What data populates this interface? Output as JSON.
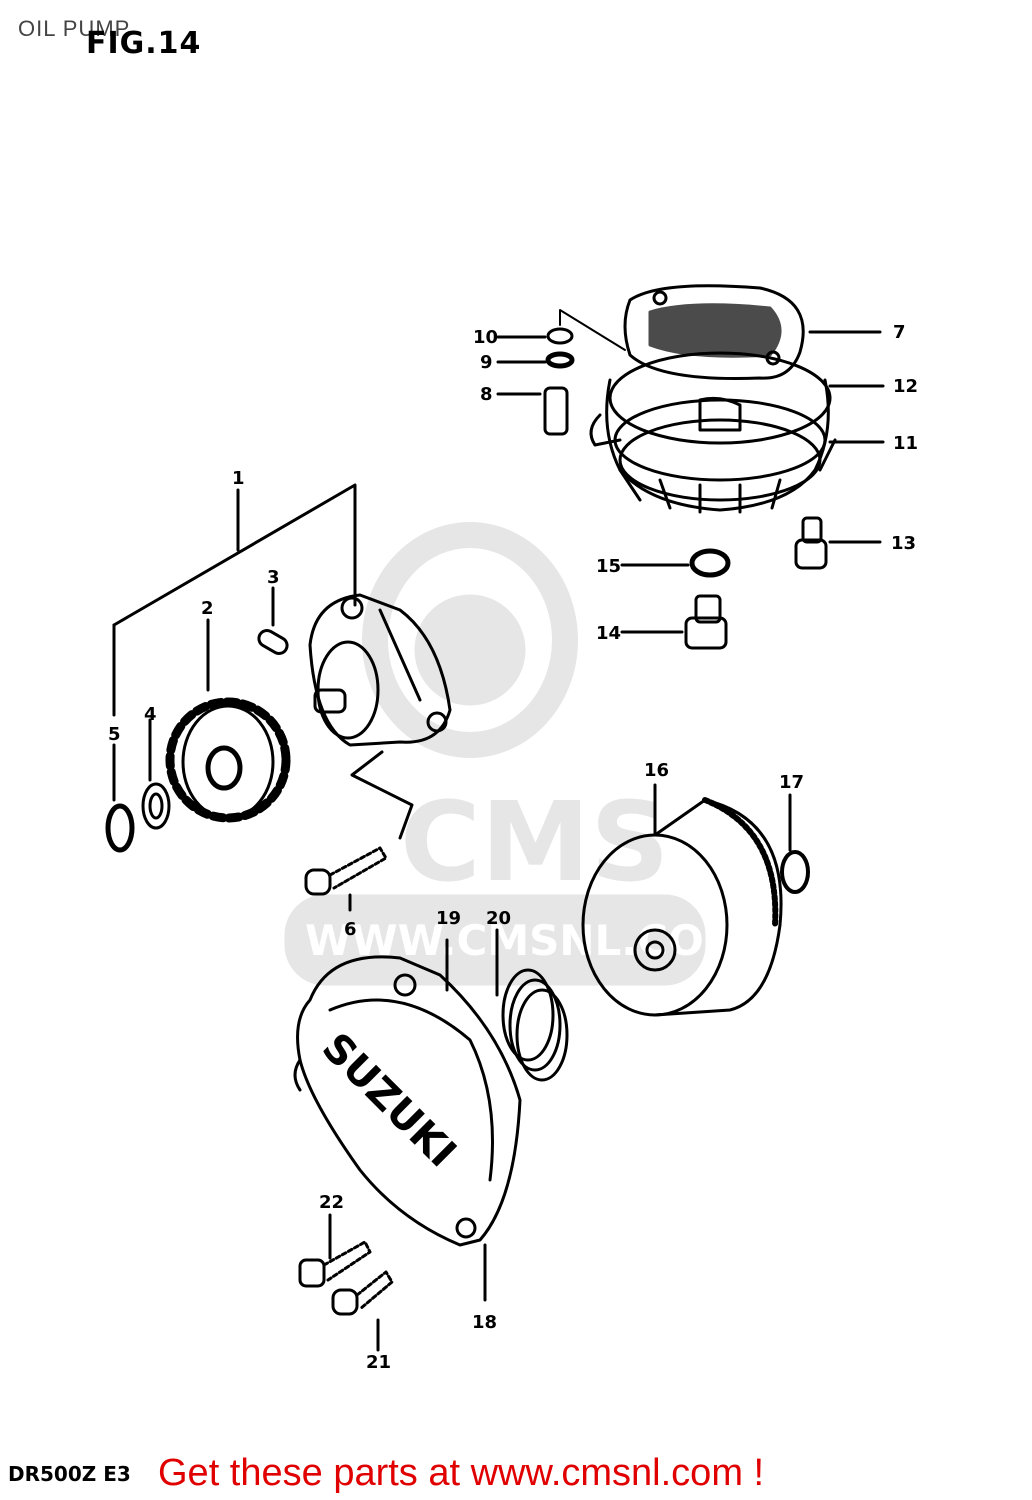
{
  "header": {
    "title": "OIL PUMP",
    "figure": "FIG.14"
  },
  "watermark": {
    "brand": "CMS",
    "url": "WWW.CMSNL.COM"
  },
  "parts": {
    "p1": "1",
    "p2": "2",
    "p3": "3",
    "p4": "4",
    "p5": "5",
    "p6": "6",
    "p7": "7",
    "p8": "8",
    "p9": "9",
    "p10": "10",
    "p11": "11",
    "p12": "12",
    "p13": "13",
    "p14": "14",
    "p15": "15",
    "p16": "16",
    "p17": "17",
    "p18": "18",
    "p19": "19",
    "p20": "20",
    "p21": "21",
    "p22": "22"
  },
  "cover_logo": "SUZUKI",
  "footer": {
    "model": "DR500Z  E3",
    "cta": "Get these parts at www.cmsnl.com !"
  },
  "colors": {
    "line": "#000000",
    "watermark": "#e6e6e6",
    "cta": "#e00000"
  }
}
